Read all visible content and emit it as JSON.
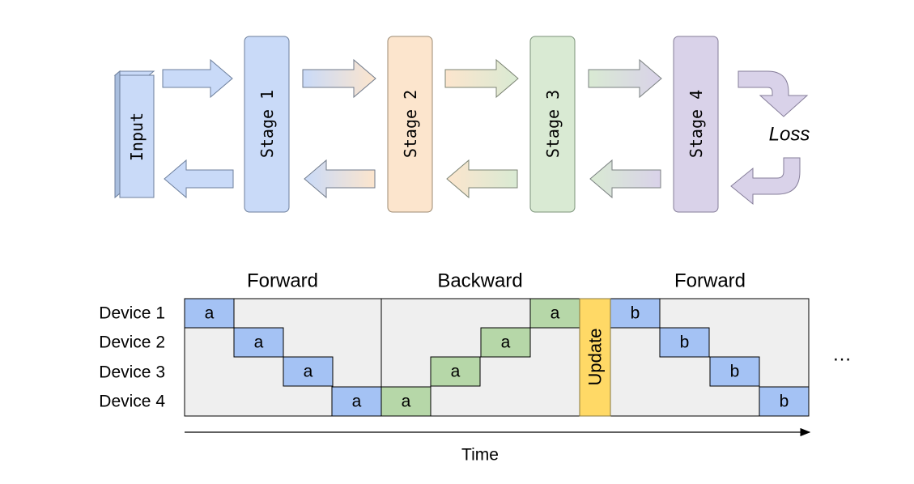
{
  "pipeline": {
    "input_label": "Input",
    "stages": [
      {
        "label": "Stage 1",
        "fill": "#c9daf8",
        "stroke": "#6d7f9c"
      },
      {
        "label": "Stage 2",
        "fill": "#fce5cd",
        "stroke": "#9c8a72"
      },
      {
        "label": "Stage 3",
        "fill": "#d9ead3",
        "stroke": "#7c937a"
      },
      {
        "label": "Stage 4",
        "fill": "#d9d2e9",
        "stroke": "#857d99"
      }
    ],
    "input_fill": "#c9daf8",
    "loss_label": "Loss",
    "loss_arrow_fill": "#d9d2e9"
  },
  "timeline": {
    "phases": [
      "Forward",
      "Backward",
      "Forward"
    ],
    "devices": [
      "Device 1",
      "Device 2",
      "Device 3",
      "Device 4"
    ],
    "update_label": "Update",
    "update_fill": "#ffd966",
    "forward_fill": "#a4c2f4",
    "backward_fill": "#b6d7a8",
    "grid_fill": "#efefef",
    "ellipsis": "…",
    "time_label": "Time",
    "blocks": [
      {
        "label": "a",
        "kind": "forward",
        "device": 1,
        "slot": 0
      },
      {
        "label": "a",
        "kind": "forward",
        "device": 2,
        "slot": 1
      },
      {
        "label": "a",
        "kind": "forward",
        "device": 3,
        "slot": 2
      },
      {
        "label": "a",
        "kind": "forward",
        "device": 4,
        "slot": 3
      },
      {
        "label": "a",
        "kind": "backward",
        "device": 4,
        "slot": 4
      },
      {
        "label": "a",
        "kind": "backward",
        "device": 3,
        "slot": 5
      },
      {
        "label": "a",
        "kind": "backward",
        "device": 2,
        "slot": 6
      },
      {
        "label": "a",
        "kind": "backward",
        "device": 1,
        "slot": 7
      },
      {
        "label": "b",
        "kind": "forward",
        "device": 1,
        "slot": 8
      },
      {
        "label": "b",
        "kind": "forward",
        "device": 2,
        "slot": 9
      },
      {
        "label": "b",
        "kind": "forward",
        "device": 3,
        "slot": 10
      },
      {
        "label": "b",
        "kind": "forward",
        "device": 4,
        "slot": 11
      }
    ]
  }
}
